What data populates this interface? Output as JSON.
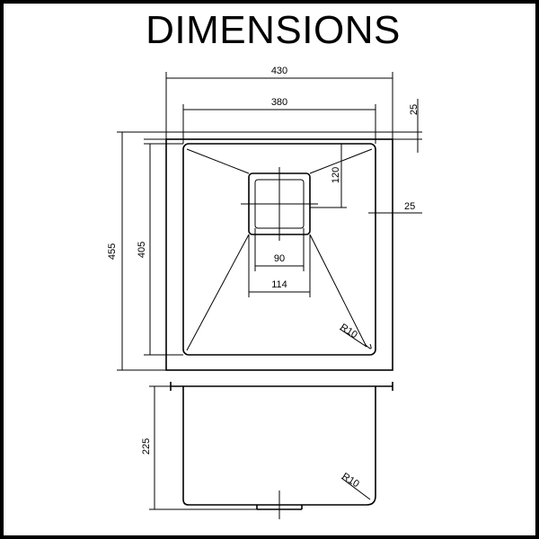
{
  "title": "DIMENSIONS",
  "dimensions": {
    "overall_width": "430",
    "inner_width": "380",
    "flange": "25",
    "overall_length": "455",
    "inner_length": "405",
    "drain_offset": "120",
    "side_margin": "25",
    "drain_inner": "90",
    "drain_outer": "114",
    "corner_radius_top": "R10",
    "depth": "225",
    "corner_radius_side": "R10"
  },
  "colors": {
    "line": "#000000",
    "background": "#ffffff"
  }
}
